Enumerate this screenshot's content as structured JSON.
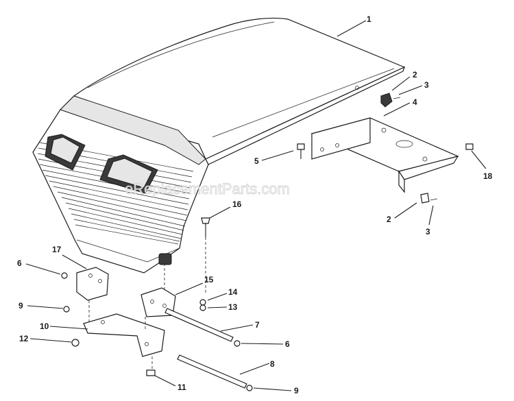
{
  "watermark": "eReplacementParts.com",
  "callouts": [
    {
      "id": "c1",
      "label": "1"
    },
    {
      "id": "c2a",
      "label": "2"
    },
    {
      "id": "c3a",
      "label": "3"
    },
    {
      "id": "c4",
      "label": "4"
    },
    {
      "id": "c5",
      "label": "5"
    },
    {
      "id": "c18",
      "label": "18"
    },
    {
      "id": "c2b",
      "label": "2"
    },
    {
      "id": "c3b",
      "label": "3"
    },
    {
      "id": "c16",
      "label": "16"
    },
    {
      "id": "c17",
      "label": "17"
    },
    {
      "id": "c6a",
      "label": "6"
    },
    {
      "id": "c15",
      "label": "15"
    },
    {
      "id": "c14",
      "label": "14"
    },
    {
      "id": "c9a",
      "label": "9"
    },
    {
      "id": "c13",
      "label": "13"
    },
    {
      "id": "c10",
      "label": "10"
    },
    {
      "id": "c7",
      "label": "7"
    },
    {
      "id": "c6b",
      "label": "6"
    },
    {
      "id": "c12",
      "label": "12"
    },
    {
      "id": "c8",
      "label": "8"
    },
    {
      "id": "c11",
      "label": "11"
    },
    {
      "id": "c9b",
      "label": "9"
    }
  ]
}
